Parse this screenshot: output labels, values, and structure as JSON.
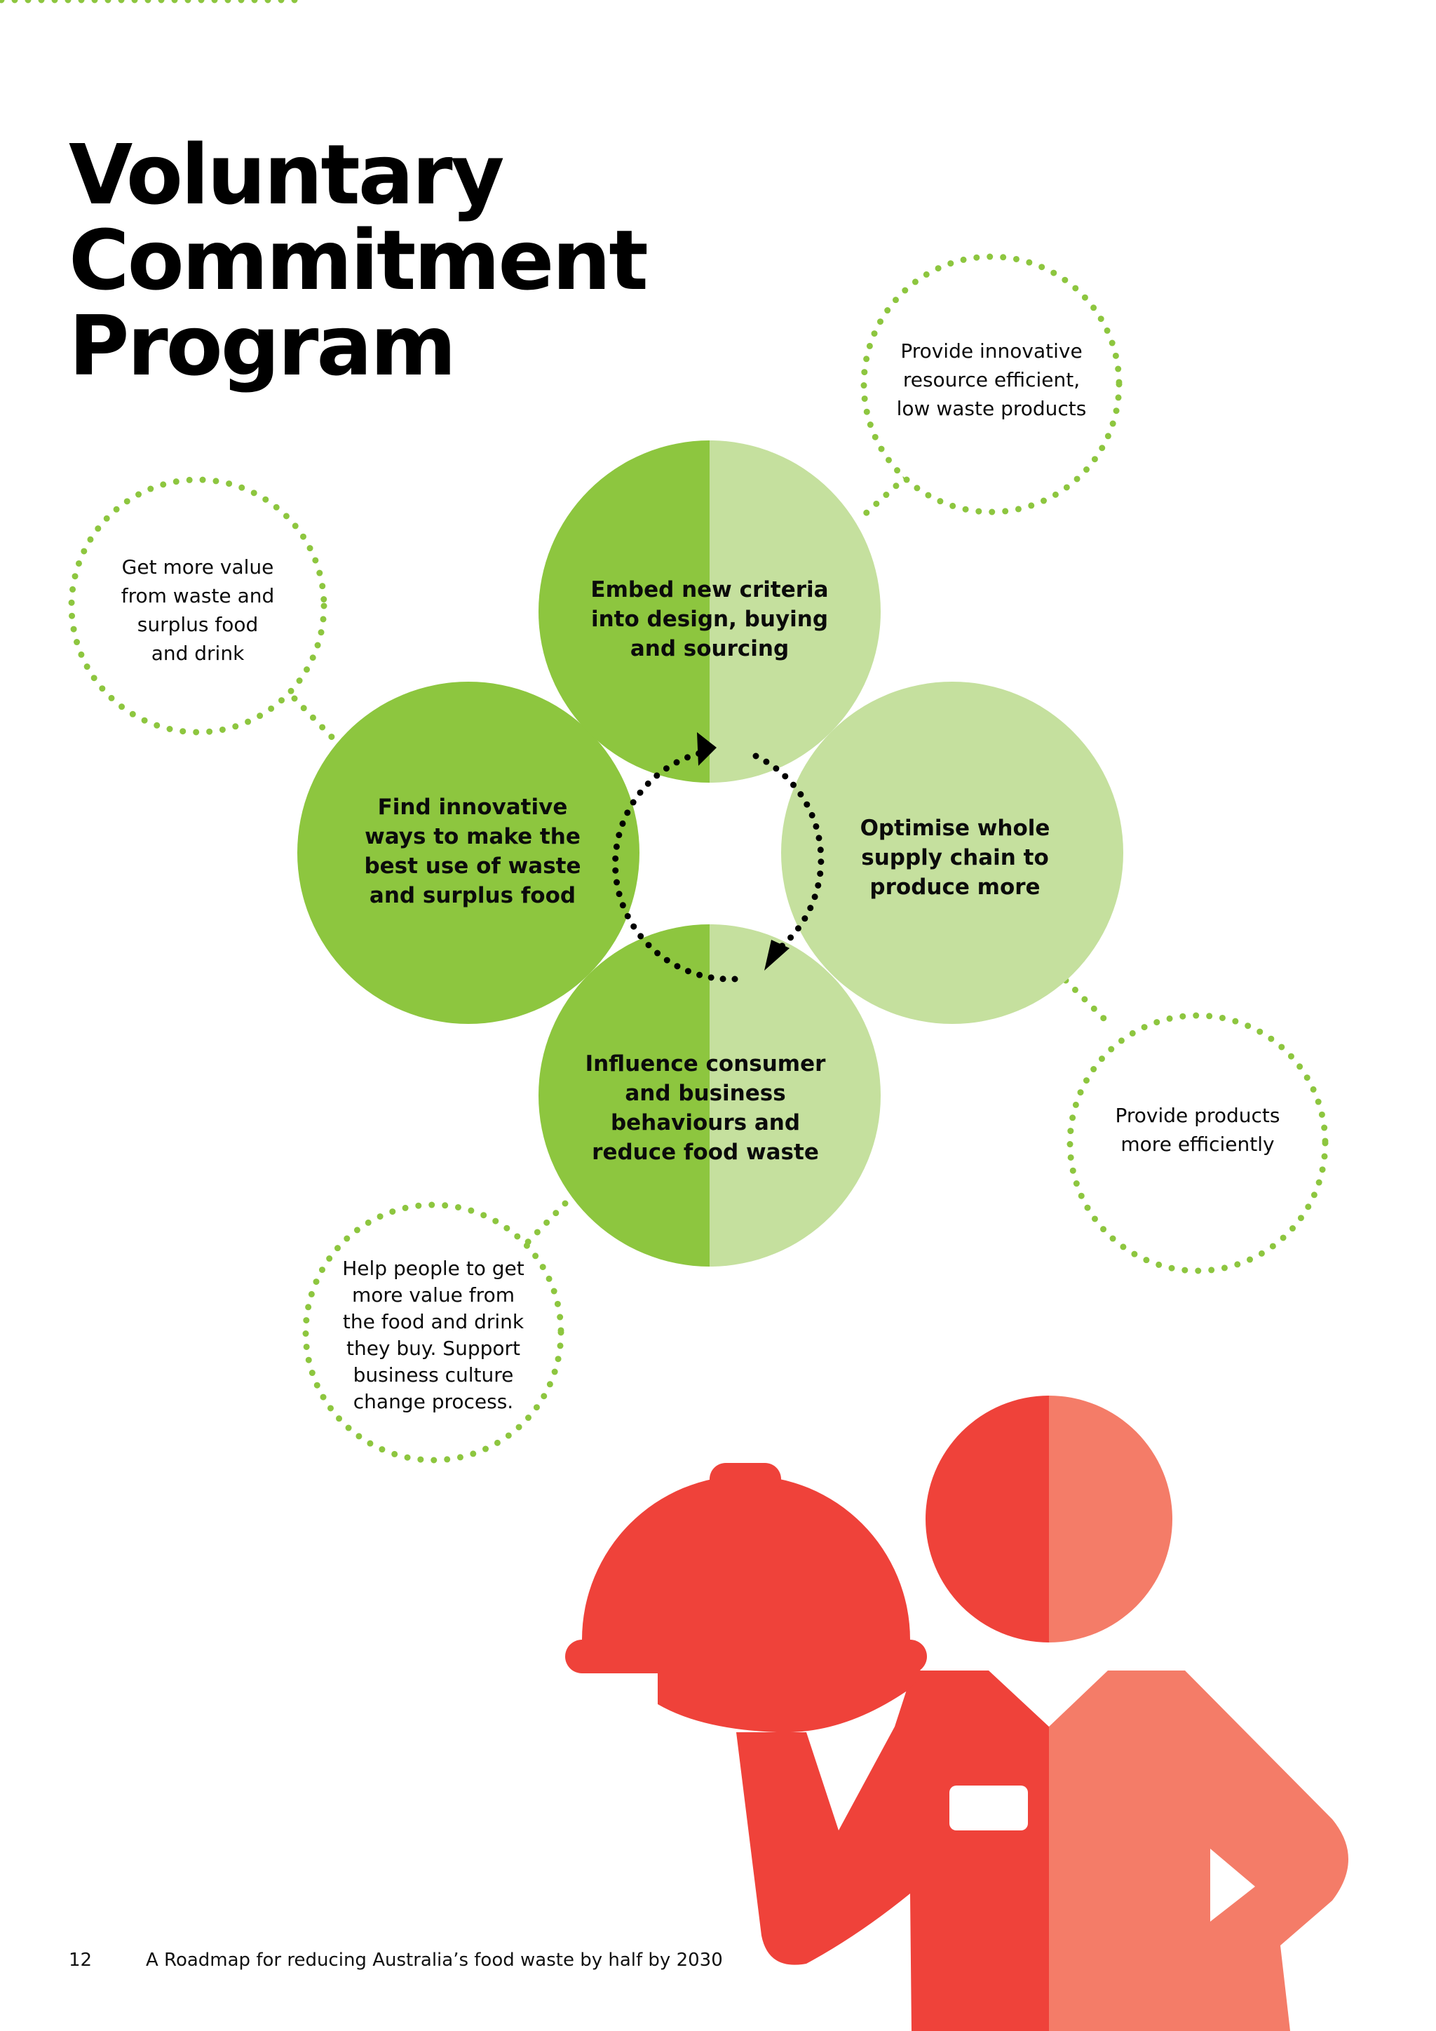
{
  "page": {
    "title_lines": [
      "Voluntary",
      "Commitment",
      "Program"
    ],
    "page_number": "12",
    "footer_text": "A Roadmap for reducing Australia’s food waste by half by 2030"
  },
  "diagram": {
    "circles": [
      {
        "id": "top",
        "lines": [
          "Embed new criteria",
          "into design, buying",
          "and sourcing"
        ]
      },
      {
        "id": "left",
        "lines": [
          "Find innovative",
          "ways to make the",
          "best use of waste",
          "and surplus food"
        ]
      },
      {
        "id": "right",
        "lines": [
          "Optimise whole",
          "supply chain to",
          "produce more"
        ]
      },
      {
        "id": "bottom",
        "lines": [
          "Influence consumer",
          "and business",
          "behaviours and",
          "reduce food waste"
        ]
      }
    ],
    "bubbles": [
      {
        "id": "top-right",
        "lines": [
          "Provide innovative",
          "resource efficient,",
          "low waste products"
        ]
      },
      {
        "id": "top-left",
        "lines": [
          "Get more value",
          "from waste and",
          "surplus food",
          "and drink"
        ]
      },
      {
        "id": "right",
        "lines": [
          "Provide products",
          "more efficiently"
        ]
      },
      {
        "id": "bottom-left",
        "lines": [
          "Help people to get",
          "more value from",
          "the food and drink",
          "they buy. Support",
          "business culture",
          "change process."
        ]
      }
    ]
  },
  "colors": {
    "green_dark": "#8dc63f",
    "green_light": "#c5e09e",
    "dots_green": "#8dc63f",
    "red_dark": "#ef423a",
    "red_light": "#f47c68",
    "arrow_dots": "#000000"
  }
}
